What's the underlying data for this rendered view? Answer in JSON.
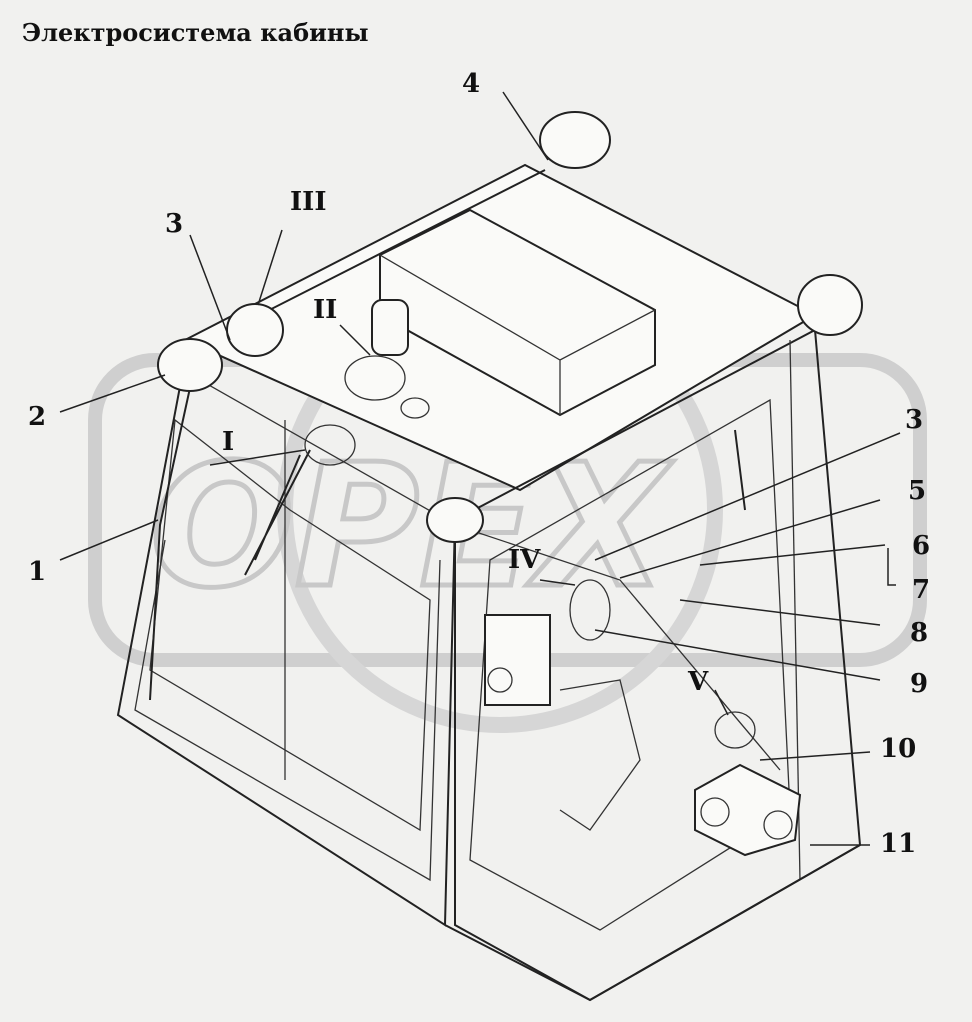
{
  "title": "Электросистема кабины",
  "watermark": "OPEX",
  "callouts": {
    "c1": "1",
    "c2": "2",
    "c3a": "3",
    "c3b": "3",
    "c4": "4",
    "c5": "5",
    "c6": "6",
    "c7": "7",
    "c8": "8",
    "c9": "9",
    "c10": "10",
    "c11": "11"
  },
  "detail_views": {
    "v1": "I",
    "v2": "II",
    "v3": "III",
    "v4": "IV",
    "v5": "V"
  },
  "colors": {
    "line": "#222222",
    "background": "#f1f1ef",
    "watermark": "#c8c8c8"
  }
}
